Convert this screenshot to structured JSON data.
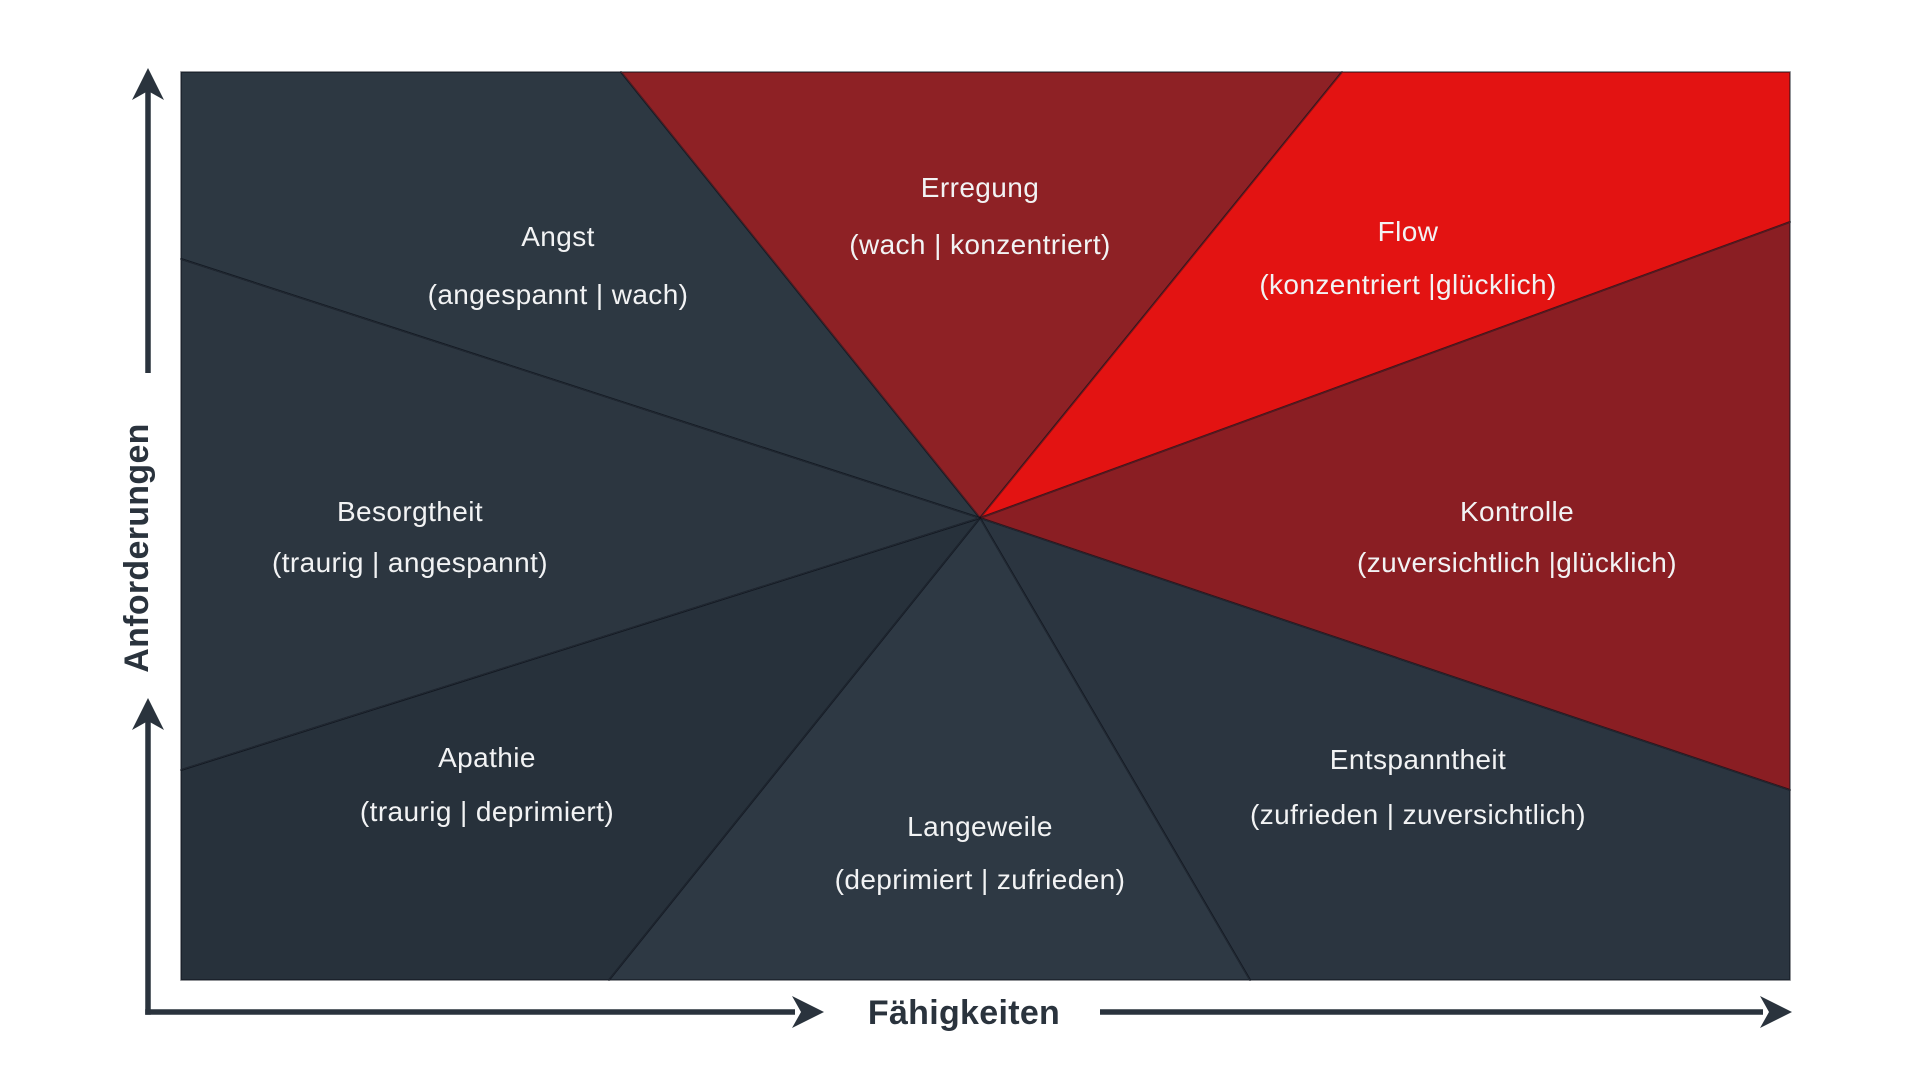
{
  "diagram": {
    "model": "flow-model",
    "text_color": "#f2f3f4",
    "axes": {
      "y_label": "Anforderungen",
      "x_label": "Fähigkeiten",
      "axis_color": "#2a333d"
    },
    "wedges": [
      {
        "id": "angst",
        "label": "Angst",
        "sublabel": "(angespannt | wach)",
        "color": "#2d3842"
      },
      {
        "id": "erregung",
        "label": "Erregung",
        "sublabel": "(wach | konzentriert)",
        "color": "#8e2125"
      },
      {
        "id": "flow",
        "label": "Flow",
        "sublabel": "(konzentriert |glücklich)",
        "color": "#e31312"
      },
      {
        "id": "kontrolle",
        "label": "Kontrolle",
        "sublabel": "(zuversichtlich |glücklich)",
        "color": "#8a1e23"
      },
      {
        "id": "entspanntheit",
        "label": "Entspanntheit",
        "sublabel": "(zufrieden | zuversichtlich)",
        "color": "#2b3540"
      },
      {
        "id": "langeweile",
        "label": "Langeweile",
        "sublabel": "(deprimiert | zufrieden)",
        "color": "#2e3944"
      },
      {
        "id": "apathie",
        "label": "Apathie",
        "sublabel": "(traurig | deprimiert)",
        "color": "#27313b"
      },
      {
        "id": "besorgtheit",
        "label": "Besorgtheit",
        "sublabel": "(traurig | angespannt)",
        "color": "#2c3640"
      }
    ]
  }
}
